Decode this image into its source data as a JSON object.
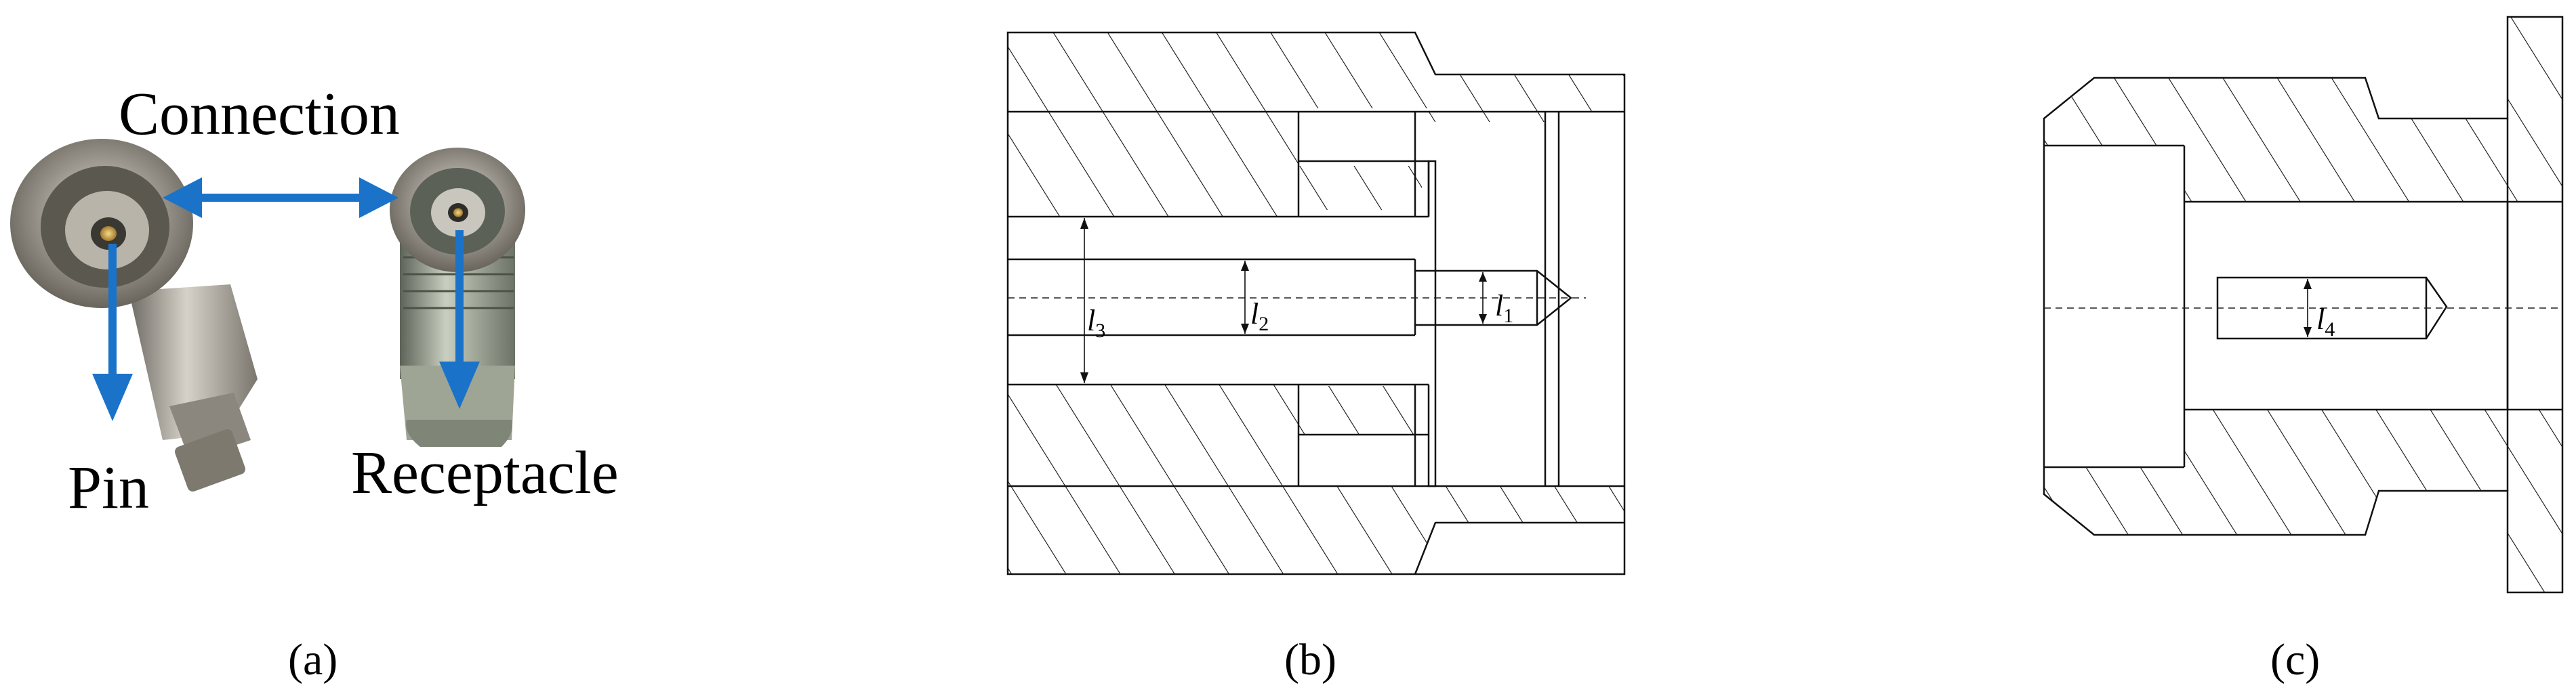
{
  "panel_a": {
    "label_connection": "Connection",
    "label_pin": "Pin",
    "label_receptacle": "Receptacle",
    "caption": "(a)",
    "arrow_color": "#1a73c8"
  },
  "panel_b": {
    "caption": "(b)",
    "dim_l1": "l",
    "dim_l1_sub": "1",
    "dim_l2": "l",
    "dim_l2_sub": "2",
    "dim_l3": "l",
    "dim_l3_sub": "3"
  },
  "panel_c": {
    "caption": "(c)",
    "dim_l4": "l",
    "dim_l4_sub": "4"
  }
}
